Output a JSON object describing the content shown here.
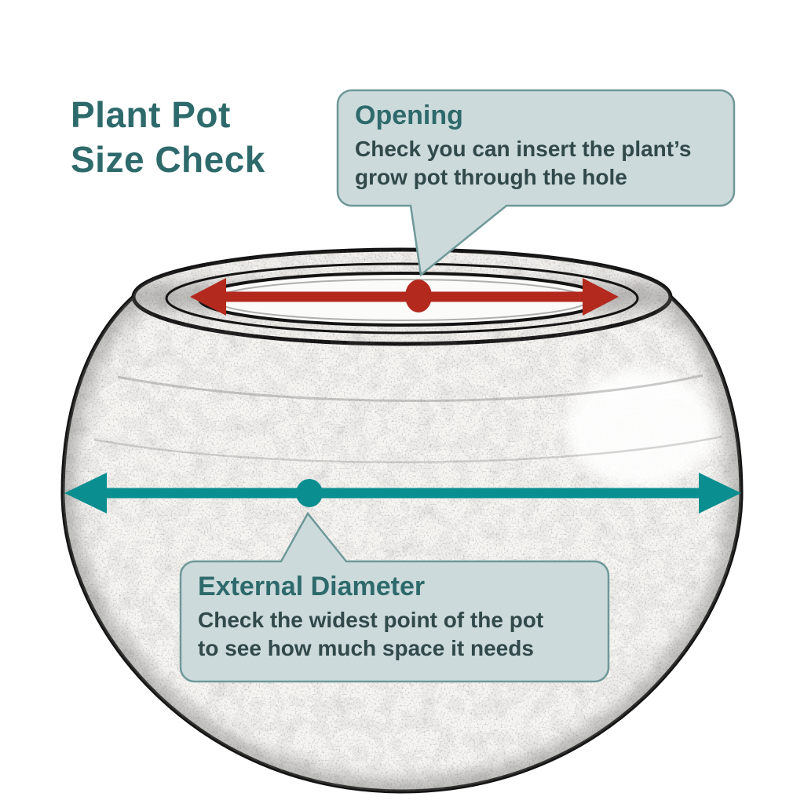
{
  "title": {
    "line1": "Plant Pot",
    "line2": "Size Check"
  },
  "callouts": {
    "opening": {
      "heading": "Opening",
      "body_line1": "Check you can insert the plant’s",
      "body_line2": "grow pot through the hole"
    },
    "external_diameter": {
      "heading": "External Diameter",
      "body_line1": "Check the widest point of the pot",
      "body_line2": "to see how much space it needs"
    }
  },
  "colors": {
    "title_text": "#2e6a6b",
    "callout_bg": "#ccdadb",
    "callout_border": "#6f9899",
    "body_text": "#31494b",
    "opening_accent": "#b3291e",
    "diameter_accent": "#0a8e8f",
    "sketch_ink": "#141414"
  }
}
